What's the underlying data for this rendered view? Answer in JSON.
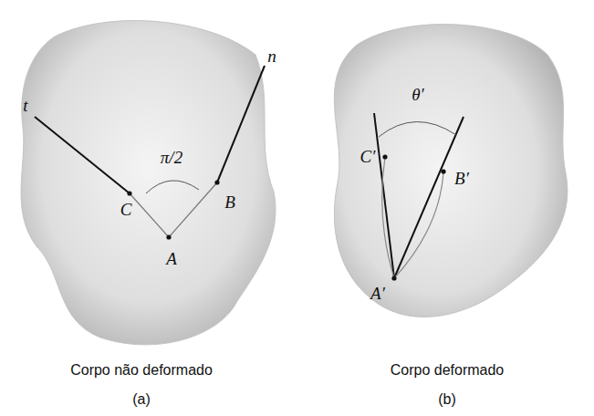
{
  "diagram": {
    "labels": [
      "t",
      "n",
      "C",
      "B",
      "π/2",
      "A",
      "Corpo não deformado",
      "(a)",
      "C′",
      "θ′",
      "B′",
      "A′",
      "Corpo deformado",
      "(b)"
    ]
  }
}
